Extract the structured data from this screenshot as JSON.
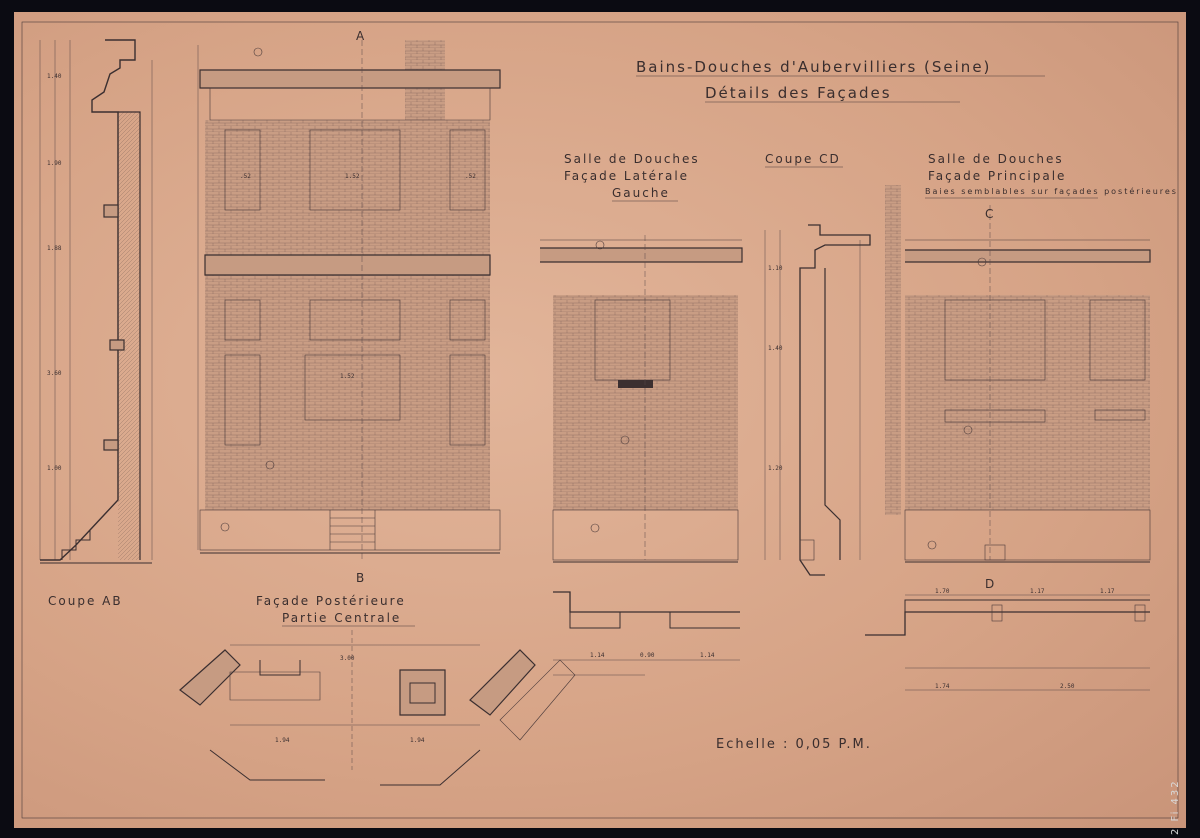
{
  "title": {
    "line1": "Bains-Douches d'Aubervilliers (Seine)",
    "line2": "Détails des Façades"
  },
  "labels": {
    "coupe_ab": "Coupe AB",
    "facade_post_1": "Façade Postérieure",
    "facade_post_2": "Partie Centrale",
    "salle_lat_1": "Salle de Douches",
    "salle_lat_2": "Façade Latérale",
    "salle_lat_3": "Gauche",
    "coupe_cd": "Coupe CD",
    "salle_pr_1": "Salle de Douches",
    "salle_pr_2": "Façade Principale",
    "salle_pr_3": "Baies semblables sur façades postérieures",
    "echelle": "Echelle : 0,05 P.M.",
    "marker_a": "A",
    "marker_b": "B",
    "marker_c": "C",
    "marker_d": "D",
    "stamp": "2 Fi 432"
  },
  "colors": {
    "paper": "#d9a98c",
    "ink": "#3b2f30",
    "border": "#0b0b12"
  }
}
